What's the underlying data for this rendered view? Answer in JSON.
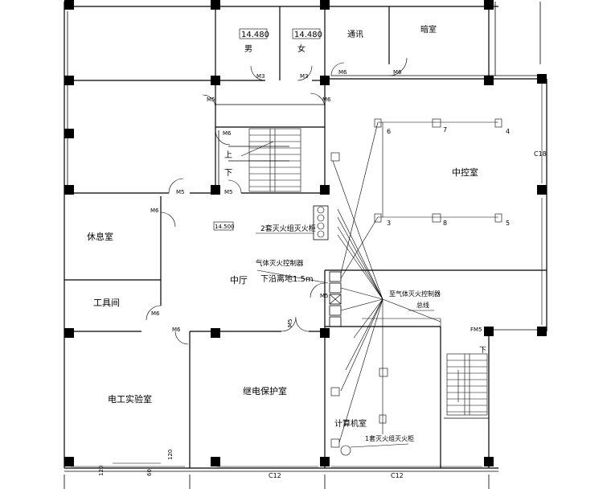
{
  "rooms": {
    "toilet_male": "男",
    "toilet_female": "女",
    "comm": "通讯",
    "darkroom": "暗室",
    "central_control": "中控室",
    "rest": "休息室",
    "tools": "工具间",
    "hall": "中厅",
    "electrician_lab": "电工实验室",
    "relay_protection": "继电保护室",
    "computer_room": "计算机室"
  },
  "levels": {
    "male": "14.480",
    "female": "14.480",
    "hall": "14.500"
  },
  "doors": {
    "m3a": "M3",
    "m3b": "M3",
    "m6a": "M6",
    "m6b": "M6",
    "m5a": "M5",
    "m6c": "M6",
    "m5b": "M5",
    "m5c": "M5",
    "m6d": "M6",
    "m6e": "M6",
    "m5d": "M5",
    "m6f": "M6",
    "m5e": "M5",
    "fm5": "FM5",
    "m6g": "M6"
  },
  "stairs": {
    "up": "上",
    "down": "下",
    "down2": "下"
  },
  "annotations": {
    "cylinder_group2": "2套灭火组灭火柜",
    "gas_controller": "气体灭火控制器",
    "pipe_depth": "下沿离地1.5m",
    "to_gas_controller": "至气体灭火控制器",
    "bus_line": "总线",
    "cylinder_group1": "1套灭火组灭火柜"
  },
  "detectors": [
    "6",
    "7",
    "4",
    "3",
    "8",
    "5"
  ],
  "dims": {
    "c18": "C18",
    "c12a": "C12",
    "c12b": "C12",
    "d120a": "120",
    "d120b": "120",
    "d60": "60"
  }
}
